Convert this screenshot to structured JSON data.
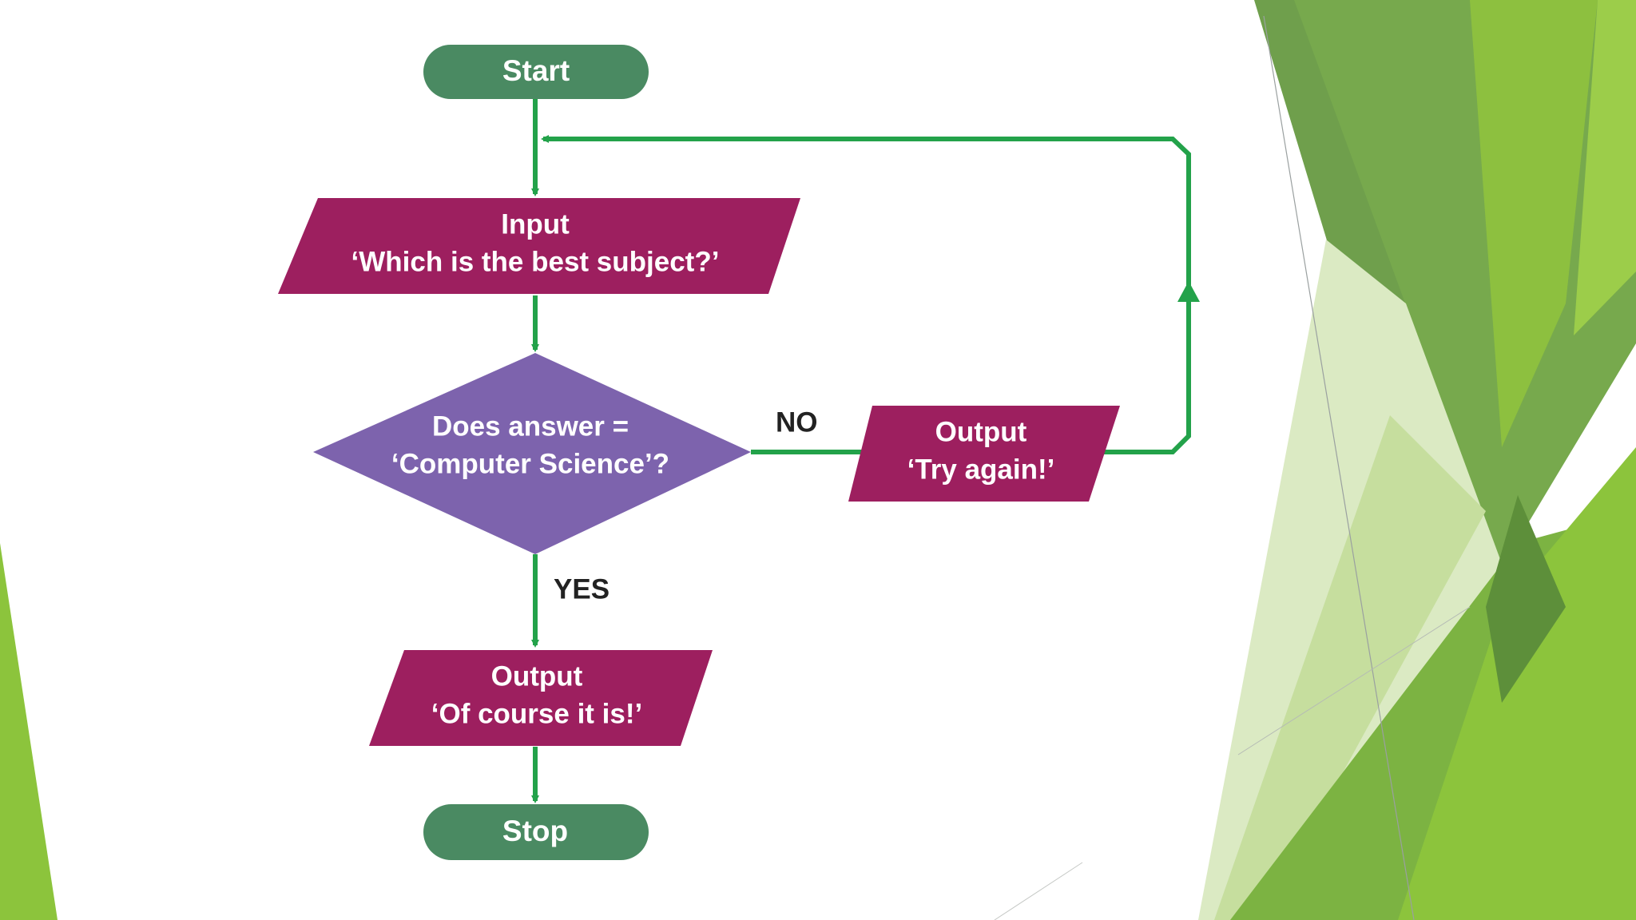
{
  "colors": {
    "terminal": "#4a8a62",
    "io": "#9d1f5f",
    "decision": "#7d63ad",
    "arrow": "#23a24a",
    "accent_green": "#8cc43c"
  },
  "flowchart": {
    "start": {
      "text": "Start",
      "shape": "terminal"
    },
    "input": {
      "line1": "Input",
      "line2": "‘Which is the best subject?’",
      "shape": "parallelogram"
    },
    "decision": {
      "line1": "Does answer =",
      "line2": "‘Computer Science’?",
      "shape": "diamond"
    },
    "no_output": {
      "line1": "Output",
      "line2": "‘Try again!’",
      "shape": "parallelogram"
    },
    "yes_output": {
      "line1": "Output",
      "line2": "‘Of course it is!’",
      "shape": "parallelogram"
    },
    "stop": {
      "text": "Stop",
      "shape": "terminal"
    },
    "labels": {
      "no": "NO",
      "yes": "YES"
    }
  }
}
